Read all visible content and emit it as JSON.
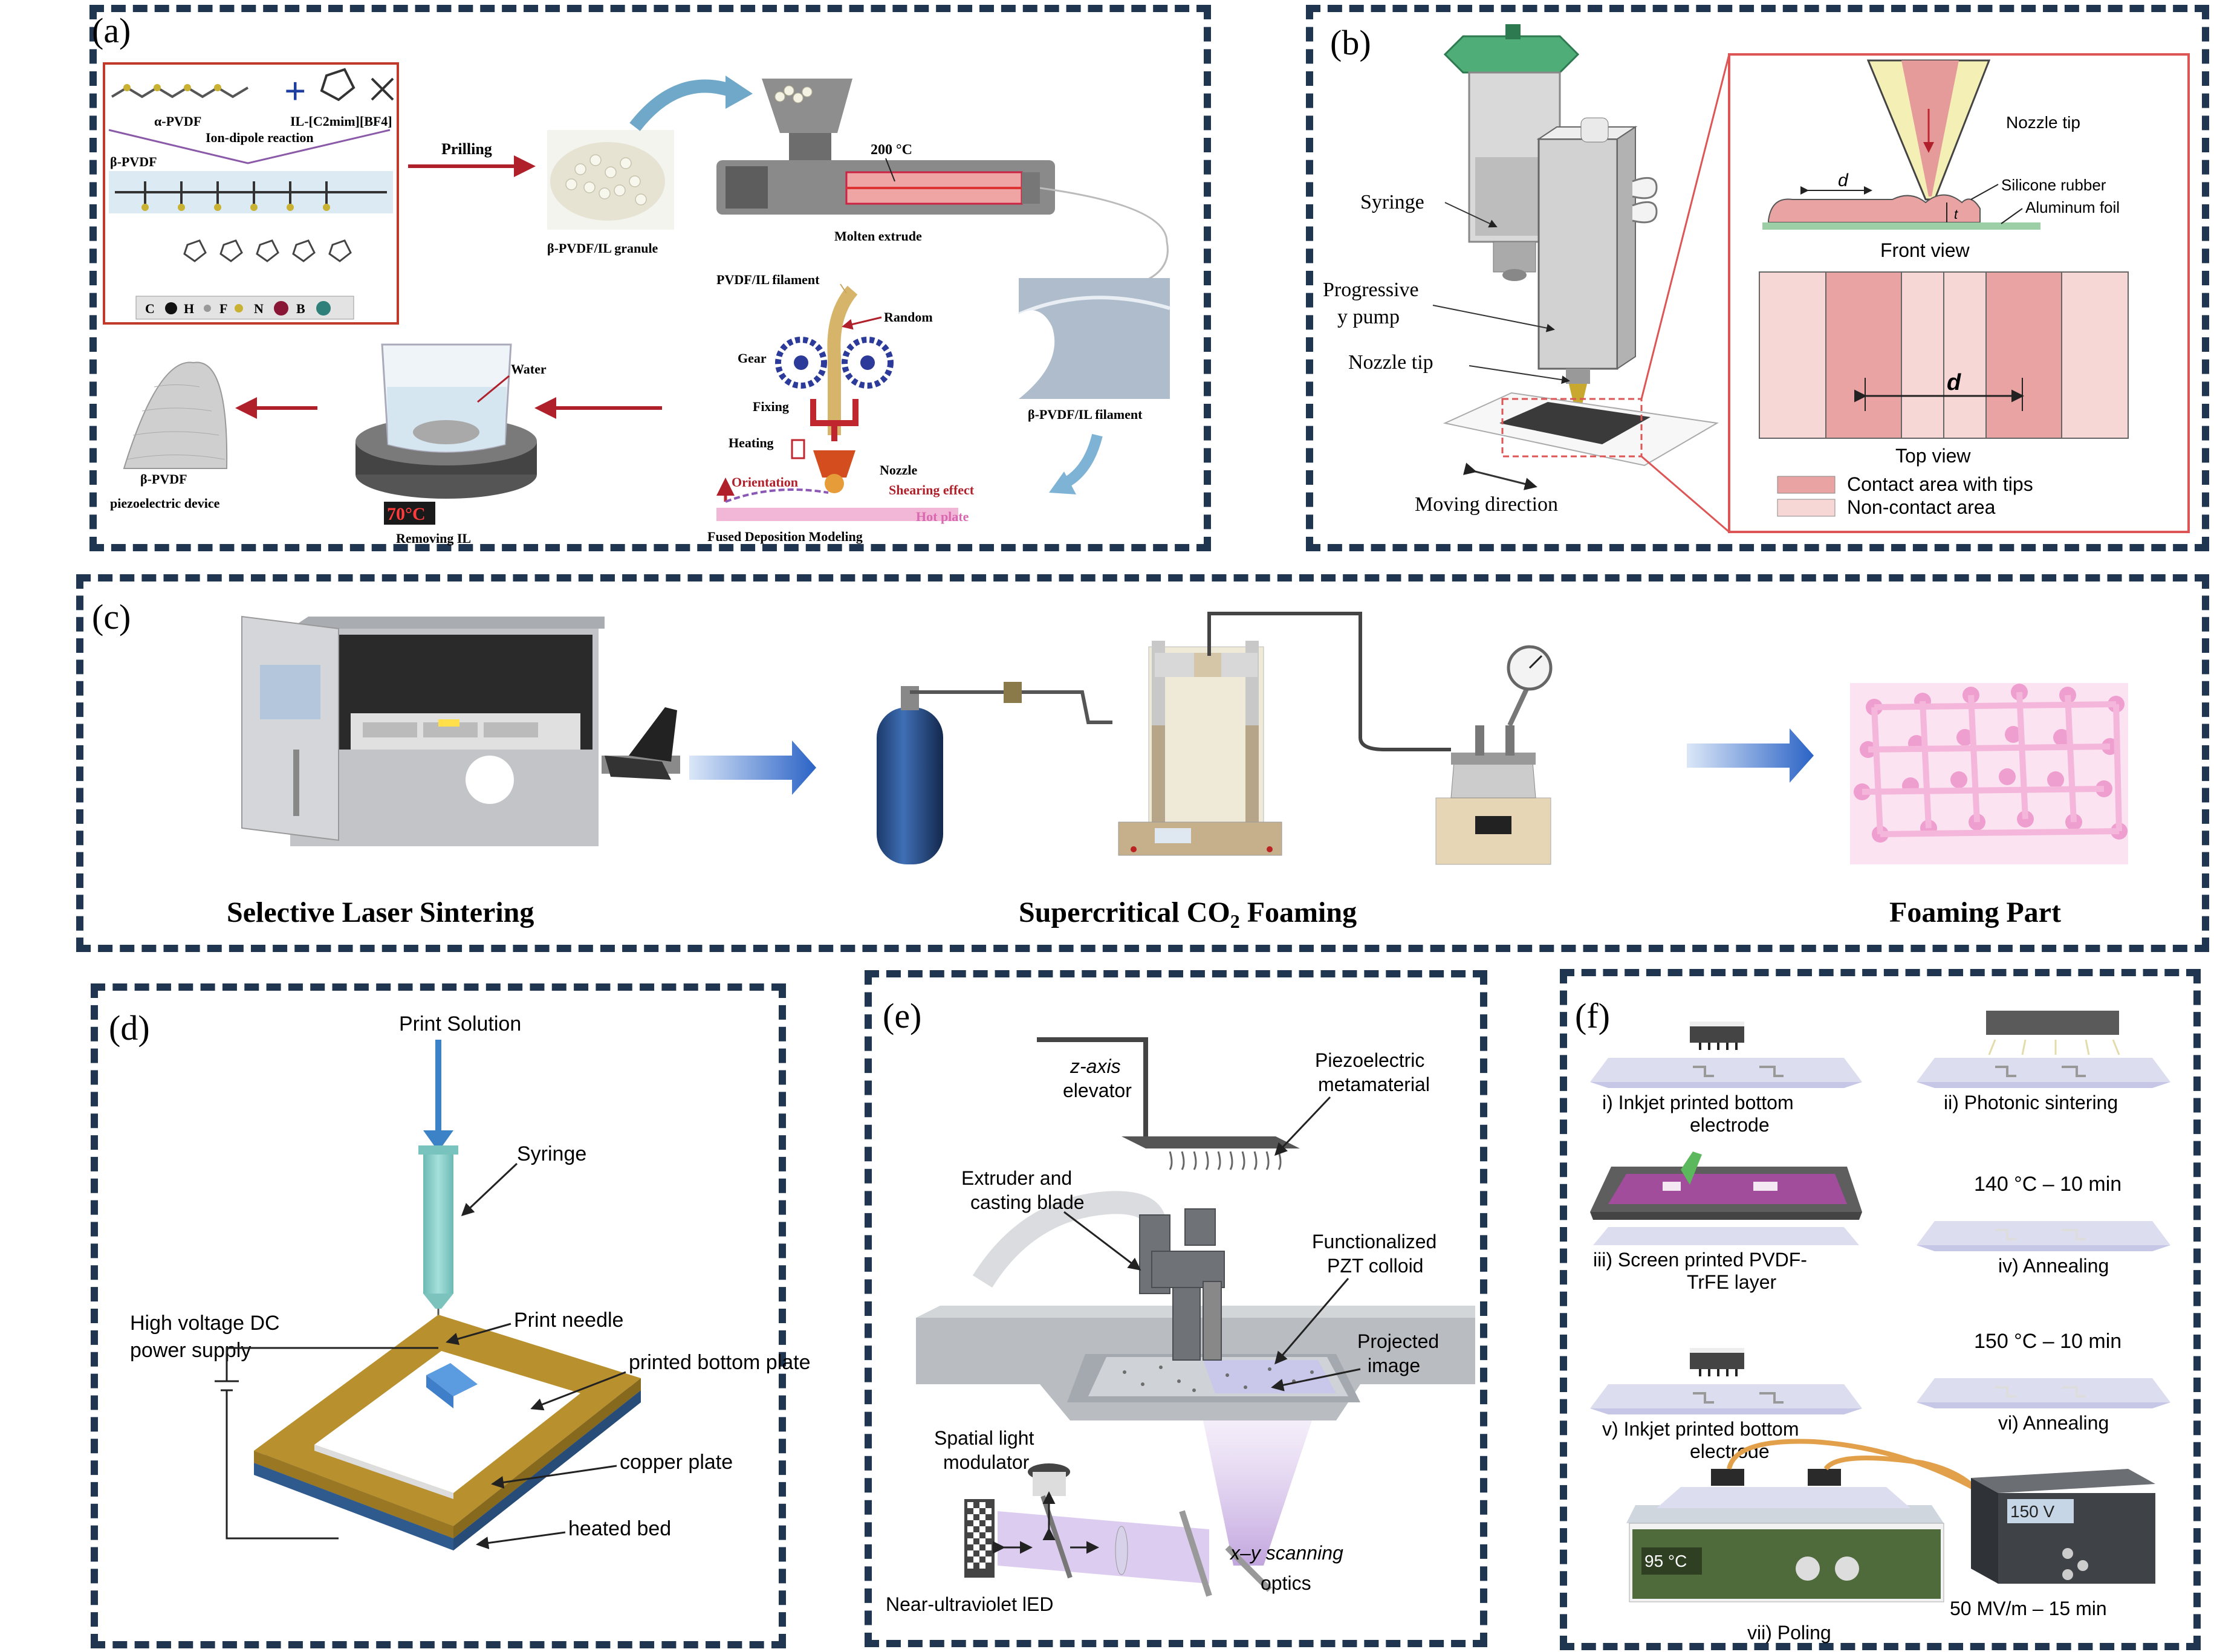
{
  "panels": {
    "a": {
      "label": "(a)",
      "alpha_pvdf": "α-PVDF",
      "il": "IL-[C2mim][BF4]",
      "ion_dipole": "Ion-dipole reaction",
      "beta_pvdf": "β-PVDF",
      "atom_legend": [
        "C",
        "H",
        "F",
        "N",
        "B"
      ],
      "prilling": "Prilling",
      "granule": "β-PVDF/IL granule",
      "temp": "200 °C",
      "molten_extrude": "Molten extrude",
      "filament_label": "PVDF/IL filament",
      "random": "Random",
      "gear": "Gear",
      "fixing": "Fixing",
      "heating": "Heating",
      "nozzle": "Nozzle",
      "orientation": "Orientation",
      "shearing": "Shearing effect",
      "hot_plate": "Hot plate",
      "fdm": "Fused Deposition Modeling",
      "beta_filament": "β-PVDF/IL filament",
      "water": "Water",
      "temp70": "70°C",
      "removing_il": "Removing IL",
      "device_line1": "β-PVDF",
      "device_line2": "piezoelectric device"
    },
    "b": {
      "label": "(b)",
      "syringe": "Syringe",
      "pump_line1": "Progressive",
      "pump_line2": "y pump",
      "nozzle_tip": "Nozzle tip",
      "moving": "Moving direction",
      "nozzle_tip_inset": "Nozzle tip",
      "d": "d",
      "t": "t",
      "silicone": "Silicone rubber",
      "aluminum": "Aluminum foil",
      "front_view": "Front view",
      "top_view": "Top view",
      "contact": "Contact area with tips",
      "non_contact": "Non-contact area"
    },
    "c": {
      "label": "(c)",
      "sls": "Selective Laser Sintering",
      "sc_co2": "Supercritical CO",
      "sc_sub": "2",
      "sc_end": " Foaming",
      "foaming_part": "Foaming Part"
    },
    "d": {
      "label": "(d)",
      "print_solution": "Print Solution",
      "syringe": "Syringe",
      "hv_line1": "High voltage DC",
      "hv_line2": "power supply",
      "print_needle": "Print needle",
      "printed_bottom": "printed bottom plate",
      "copper": "copper plate",
      "heated_bed": "heated bed"
    },
    "e": {
      "label": "(e)",
      "z_axis_1": "z-axis",
      "z_axis_2": "elevator",
      "piezo_1": "Piezoelectric",
      "piezo_2": "metamaterial",
      "extruder_1": "Extruder and",
      "extruder_2": "casting blade",
      "func_1": "Functionalized",
      "func_2": "PZT colloid",
      "proj_1": "Projected",
      "proj_2": "image",
      "slm_1": "Spatial light",
      "slm_2": "modulator",
      "nuv": "Near-ultraviolet lED",
      "xy_1": "x–y scanning",
      "xy_2": "optics"
    },
    "f": {
      "label": "(f)",
      "s1_1": "i) Inkjet printed bottom",
      "s1_2": "electrode",
      "s2": "ii) Photonic sintering",
      "s3_1": "iii) Screen printed PVDF-",
      "s3_2": "TrFE layer",
      "s4_temp": "140 °C – 10 min",
      "s4": "iv) Annealing",
      "s5_1": "v) Inkjet printed bottom",
      "s5_2": "electrode",
      "s6_temp": "150 °C – 10 min",
      "s6": "vi) Annealing",
      "hot_temp": "95 °C",
      "voltage": "150 V",
      "field": "50 MV/m – 15 min",
      "s7": "vii) Poling"
    }
  },
  "colors": {
    "border": "#1f3550",
    "arrow_red": "#b0202a",
    "arrow_blue": "#2b63c6",
    "pink_dark": "#e9a3a3",
    "pink_light": "#f7d7d5",
    "gold": "#b8902e",
    "blue_bed": "#3d6fa8",
    "purple": "#8d4ea3"
  }
}
